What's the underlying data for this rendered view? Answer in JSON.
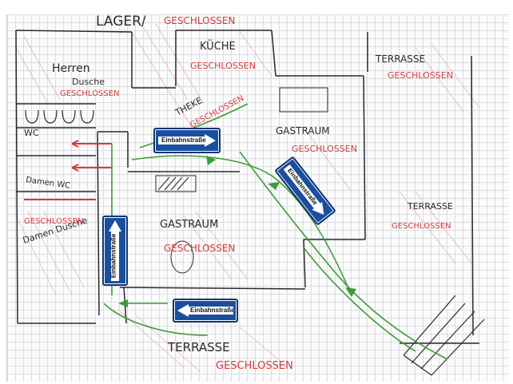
{
  "labels": {
    "lager": "LAGER/",
    "lager_closed": "GESCHLOSSEN",
    "kueche": "KÜCHE",
    "kueche_closed": "GESCHLOSSEN",
    "terrasse_top": "TERRASSE",
    "terrasse_top_closed": "GESCHLOSSEN",
    "herren": "Herren",
    "dusche": "Dusche",
    "herren_closed": "GESCHLOSSEN",
    "wc": "WC",
    "damen_wc": "Damen WC",
    "left_closed": "GESCHLOSSEN",
    "damen_dusche": "Damen Dusche",
    "theke": "THEKE",
    "theke_closed": "GESCHLOSSEN",
    "gastraum_right": "GASTRAUM",
    "gastraum_right_closed": "GESCHLOSSEN",
    "gastraum_center": "GASTRAUM",
    "gastraum_center_closed": "GESCHLOSSEN",
    "terrasse_right": "TERRASSE",
    "terrasse_right_closed": "GESCHLOSSEN",
    "terrasse_bottom": "TERRASSE",
    "terrasse_bottom_closed": "GESCHLOSSEN"
  },
  "signs": {
    "top": "Einbahnstraße",
    "diagonal": "Einbahnstraße",
    "vertical": "Einbahnstraße",
    "bottom": "Einbahnstraße"
  },
  "colors": {
    "sign_blue": "#1a4f9f",
    "pen_red": "#d63a3a",
    "pen_green": "#3f9a3a",
    "pen_black": "#2a2a2a"
  }
}
